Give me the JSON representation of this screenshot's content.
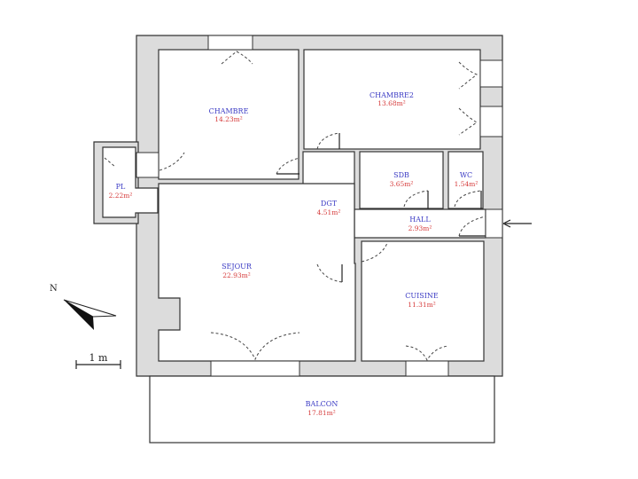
{
  "plan": {
    "rooms": [
      {
        "id": "chambre",
        "name": "CHAMBRE",
        "area": "14.23m²"
      },
      {
        "id": "chambre2",
        "name": "CHAMBRE2",
        "area": "13.68m²"
      },
      {
        "id": "sdb",
        "name": "SDB",
        "area": "3.65m²"
      },
      {
        "id": "wc",
        "name": "WC",
        "area": "1.54m²"
      },
      {
        "id": "dgt",
        "name": "DGT",
        "area": "4.51m²"
      },
      {
        "id": "hall",
        "name": "HALL",
        "area": "2.93m²"
      },
      {
        "id": "pl",
        "name": "PL",
        "area": "2.22m²"
      },
      {
        "id": "sejour",
        "name": "SEJOUR",
        "area": "22.93m²"
      },
      {
        "id": "cuisine",
        "name": "CUISINE",
        "area": "11.31m²"
      },
      {
        "id": "balcon",
        "name": "BALCON",
        "area": "17.81m²"
      }
    ],
    "north_label": "N",
    "scale_label": "1 m",
    "colors": {
      "wall_fill": "#dcdcdc",
      "room_name": "#3b3bc4",
      "room_area": "#d63b3b"
    }
  }
}
